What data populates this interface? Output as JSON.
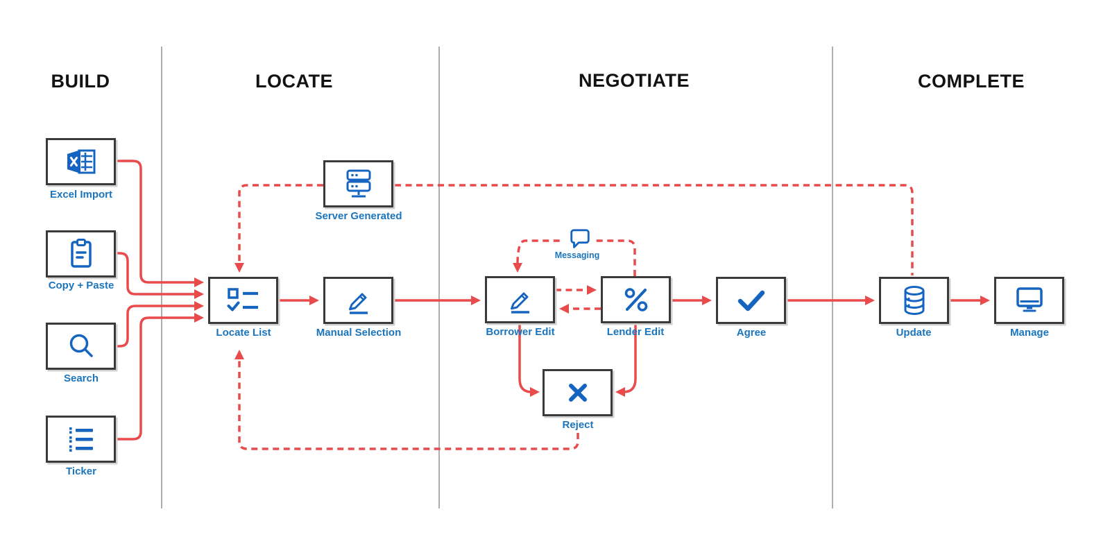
{
  "phases": {
    "build": {
      "label": "BUILD"
    },
    "locate": {
      "label": "LOCATE"
    },
    "negotiate": {
      "label": "NEGOTIATE"
    },
    "complete": {
      "label": "COMPLETE"
    }
  },
  "nodes": {
    "excel_import": {
      "label": "Excel Import",
      "icon": "excel-icon",
      "phase": "BUILD"
    },
    "copy_paste": {
      "label": "Copy + Paste",
      "icon": "clipboard-icon",
      "phase": "BUILD"
    },
    "search": {
      "label": "Search",
      "icon": "search-icon",
      "phase": "BUILD"
    },
    "ticker": {
      "label": "Ticker",
      "icon": "ticker-list-icon",
      "phase": "BUILD"
    },
    "locate_list": {
      "label": "Locate List",
      "icon": "checklist-icon",
      "phase": "LOCATE"
    },
    "server_generated": {
      "label": "Server Generated",
      "icon": "server-icon",
      "phase": "LOCATE"
    },
    "manual_selection": {
      "label": "Manual Selection",
      "icon": "pencil-icon",
      "phase": "LOCATE"
    },
    "messaging": {
      "label": "Messaging",
      "icon": "speech-bubble-icon",
      "phase": "NEGOTIATE"
    },
    "borrower_edit": {
      "label": "Borrower Edit",
      "icon": "pencil-icon",
      "phase": "NEGOTIATE"
    },
    "lender_edit": {
      "label": "Lender Edit",
      "icon": "percent-icon",
      "phase": "NEGOTIATE"
    },
    "agree": {
      "label": "Agree",
      "icon": "checkmark-icon",
      "phase": "NEGOTIATE"
    },
    "reject": {
      "label": "Reject",
      "icon": "x-icon",
      "phase": "NEGOTIATE"
    },
    "update": {
      "label": "Update",
      "icon": "database-icon",
      "phase": "COMPLETE"
    },
    "manage": {
      "label": "Manage",
      "icon": "monitor-icon",
      "phase": "COMPLETE"
    }
  },
  "connections": [
    {
      "from": "Excel Import",
      "to": "Locate List",
      "style": "solid"
    },
    {
      "from": "Copy + Paste",
      "to": "Locate List",
      "style": "solid"
    },
    {
      "from": "Search",
      "to": "Locate List",
      "style": "solid"
    },
    {
      "from": "Ticker",
      "to": "Locate List",
      "style": "solid"
    },
    {
      "from": "Server Generated",
      "to": "Locate List",
      "style": "dashed"
    },
    {
      "from": "Server Generated",
      "to": "Update",
      "style": "dashed"
    },
    {
      "from": "Locate List",
      "to": "Manual Selection",
      "style": "solid"
    },
    {
      "from": "Manual Selection",
      "to": "Borrower Edit",
      "style": "solid"
    },
    {
      "from": "Borrower Edit",
      "to": "Lender Edit",
      "style": "dashed"
    },
    {
      "from": "Lender Edit",
      "to": "Borrower Edit",
      "style": "dashed"
    },
    {
      "from": "Lender Edit",
      "to": "Borrower Edit",
      "via": "Messaging",
      "style": "dashed"
    },
    {
      "from": "Borrower Edit",
      "to": "Reject",
      "style": "solid"
    },
    {
      "from": "Lender Edit",
      "to": "Reject",
      "style": "solid"
    },
    {
      "from": "Reject",
      "to": "Locate List",
      "style": "dashed"
    },
    {
      "from": "Lender Edit",
      "to": "Agree",
      "style": "solid"
    },
    {
      "from": "Agree",
      "to": "Update",
      "style": "solid"
    },
    {
      "from": "Update",
      "to": "Manage",
      "style": "solid"
    }
  ],
  "colors": {
    "arrow_red": "#e94a4b",
    "icon_blue": "#1565c0",
    "label_blue": "#1b75bc",
    "box_border": "#3a3a3a",
    "divider_gray": "#aeaeae",
    "header_black": "#121212"
  }
}
